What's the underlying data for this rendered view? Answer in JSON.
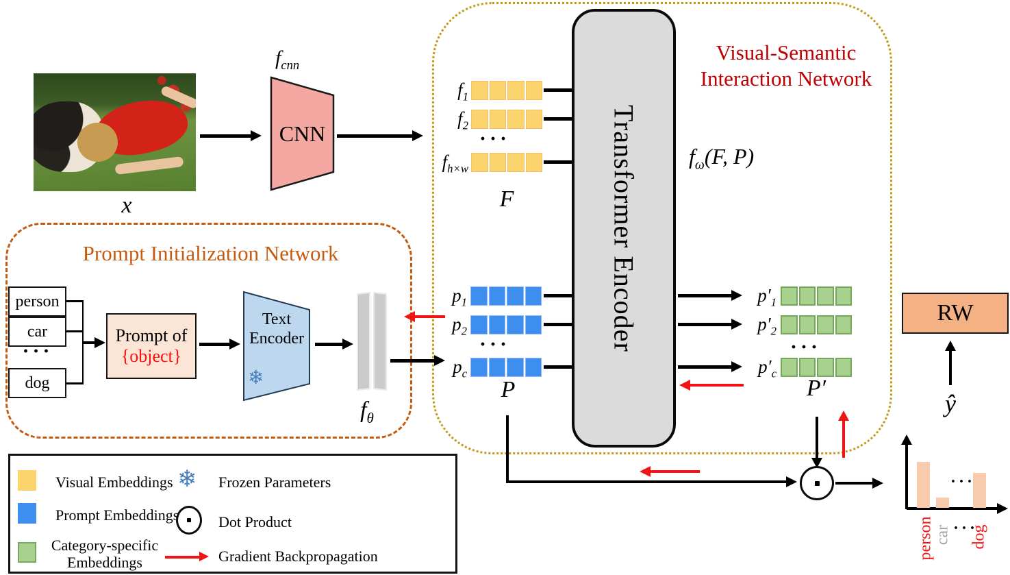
{
  "figure": {
    "input_image": {
      "label": "x"
    },
    "cnn": {
      "label": "CNN",
      "fn": {
        "base": "f",
        "sub": "cnn"
      }
    },
    "visual_embeddings": {
      "rows": [
        {
          "base": "f",
          "sub": "1"
        },
        {
          "base": "f",
          "sub": "2"
        },
        {
          "base": "f",
          "sub": "h×w"
        }
      ],
      "dots": "···",
      "matrix": "F"
    },
    "vsin": {
      "title": "Visual-Semantic\nInteraction Network",
      "transformer": "Transformer Encoder",
      "fn": {
        "base": "f",
        "sub": "ω",
        "args": "(F, P)"
      }
    },
    "pin": {
      "title": "Prompt Initialization Network",
      "categories": [
        "person",
        "car",
        "dog"
      ],
      "dots": "···",
      "prompt_box": {
        "line1": "Prompt of",
        "line2": "{object}"
      },
      "text_encoder": {
        "label": "Text\nEncoder",
        "frozen_icon": "❄"
      },
      "fn": {
        "base": "f",
        "sub": "θ"
      }
    },
    "prompt_embeddings": {
      "rows": [
        {
          "base": "p",
          "sub": "1"
        },
        {
          "base": "p",
          "sub": "2"
        },
        {
          "base": "p",
          "sub": "c"
        }
      ],
      "dots": "···",
      "matrix": "P"
    },
    "category_embeddings": {
      "rows": [
        {
          "base": "p′",
          "sub": "1"
        },
        {
          "base": "p′",
          "sub": "2"
        },
        {
          "base": "p′",
          "sub": "c"
        }
      ],
      "dots": "···",
      "matrix": "P′"
    },
    "rw_label": "RW",
    "y_hat": "ŷ"
  },
  "legend": {
    "items_left": [
      {
        "label": "Visual Embeddings"
      },
      {
        "label": "Prompt Embeddings"
      },
      {
        "label": "Category-specific\nEmbeddings"
      }
    ],
    "items_right": [
      {
        "icon": "❄",
        "label": "Frozen Parameters"
      },
      {
        "icon": "dot-circle",
        "label": "Dot Product"
      },
      {
        "icon": "red-arrow",
        "label": "Gradient Backpropagation"
      }
    ]
  },
  "chart_data": {
    "type": "bar",
    "categories": [
      "person",
      "car",
      "dog"
    ],
    "values": [
      0.71,
      0.16,
      0.54
    ],
    "label_colors": [
      "#F01414",
      "#A6A6A6",
      "#F01414"
    ],
    "bar_color": "#F8CBAD",
    "dots_between": "···",
    "title": "",
    "xlabel": "",
    "ylabel": ""
  },
  "colors": {
    "yellow_fill": "#FBD46E",
    "blue_fill": "#3E8EF0",
    "green_fill": "#A8D08F",
    "green_border": "#76A85C",
    "cnn_fill": "#F5A8A1",
    "text_encoder_fill": "#BDD7EE",
    "snowflake": "#4A7EBB",
    "prompt_box_fill": "#FBE5D6",
    "rw_fill": "#F4B183",
    "bar_fill": "#F8CBAD",
    "red": "#F01414",
    "object_red": "#FF1010",
    "vsin_title": "#C00000",
    "pin_accent": "#C55A11",
    "gold_border": "#C19A16",
    "gray_fill": "#DBDBDB",
    "car_gray": "#A6A6A6"
  }
}
